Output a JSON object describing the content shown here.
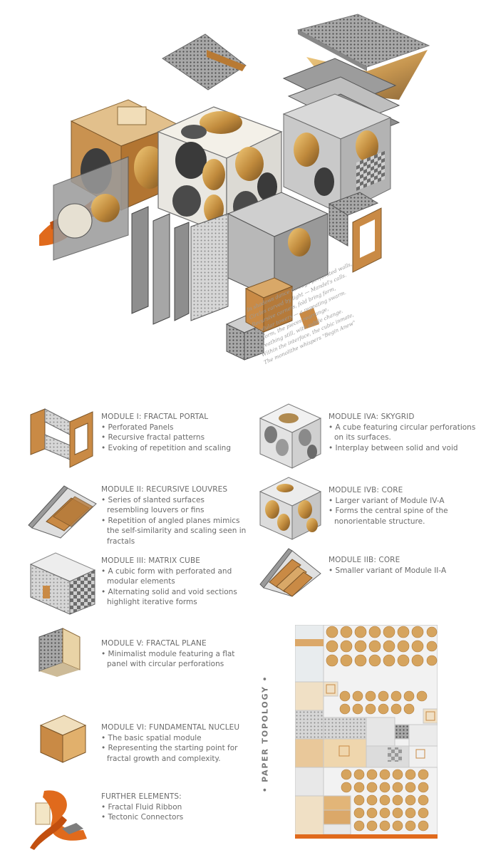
{
  "poem_lines": [
    "In shadows dance through perforated walls,",
    "Circles carved by light — Mandel's calls.",
    "Recursive corners, fold bring form,",
    "Modular towers — a repeating swarm.",
    "Reform, the pieces rearrange,",
    "Breathing still, with subtle change.",
    "Within the interface, the cubic inmate,",
    "The monolithe whispers \"Begin Anew\""
  ],
  "modules": [
    {
      "title": "MODULE I: FRACTAL PORTAL",
      "bullets": [
        "Perforated Panels",
        "Recursive fractal patterns",
        "Evoking of repetition and scaling"
      ]
    },
    {
      "title": "MODULE II: RECURSIVE LOUVRES",
      "bullets": [
        "Series of slanted surfaces resembling louvers or fins",
        "Repetition of angled planes mimics the self-similarity and scaling seen in fractals"
      ]
    },
    {
      "title": "MODULE III: MATRIX CUBE",
      "bullets": [
        "A cubic form with perforated and modular elements",
        "Alternating solid and void sections highlight iterative forms"
      ]
    },
    {
      "title": "MODULE V: FRACTAL PLANE",
      "bullets": [
        "Minimalist module featuring a flat panel with circular perforations"
      ]
    },
    {
      "title": "MODULE VI: FUNDAMENTAL NUCLEU",
      "bullets": [
        "The basic spatial module",
        "Representing the starting point for fractal growth and complexity."
      ]
    },
    {
      "title": "FURTHER ELEMENTS:",
      "bullets": [
        "Fractal Fluid Ribbon",
        "Tectonic Connectors"
      ]
    },
    {
      "title": "MODULE IVA: SKYGRID",
      "bullets": [
        "A cube featuring circular perforations on its surfaces.",
        "Interplay between solid and void"
      ]
    },
    {
      "title": "MODULE IVB: CORE",
      "bullets": [
        "Larger variant of Module IV-A",
        "Forms the central spine of the nonorientable structure."
      ]
    },
    {
      "title": "MODULE IIB: CORE",
      "bullets": [
        "Smaller variant of Module II-A"
      ]
    }
  ],
  "topology_label": "• PAPER TOPOLOGY •",
  "colors": {
    "wood": "#d19a58",
    "wood_dark": "#b57a3a",
    "metal": "#b9b9b9",
    "metal_dark": "#7d7d7d",
    "panel_light": "#e6e6e6",
    "orange": "#e06a1c",
    "text": "#6b6b6b"
  }
}
